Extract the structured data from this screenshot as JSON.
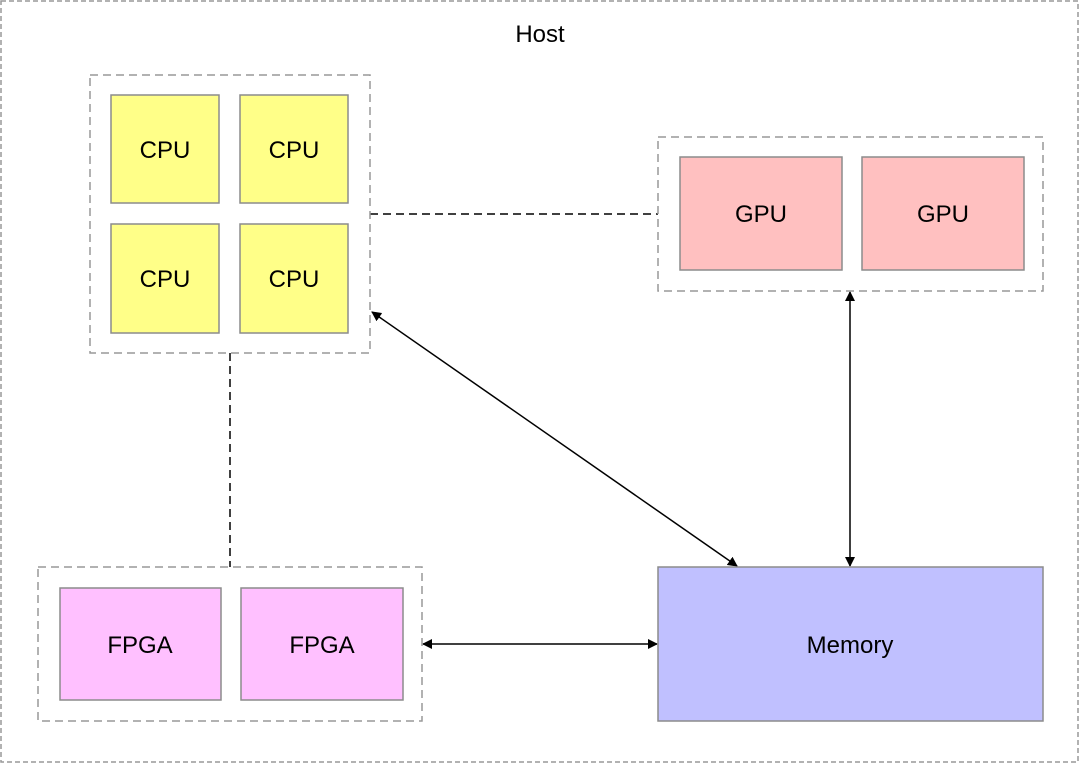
{
  "diagram": {
    "host": {
      "label": "Host"
    },
    "groups": {
      "cpu": {
        "nodes": [
          "CPU",
          "CPU",
          "CPU",
          "CPU"
        ],
        "color": "#ffff88"
      },
      "gpu": {
        "nodes": [
          "GPU",
          "GPU"
        ],
        "color": "#ffc0c0"
      },
      "fpga": {
        "nodes": [
          "FPGA",
          "FPGA"
        ],
        "color": "#ffc0ff"
      }
    },
    "memory": {
      "label": "Memory",
      "color": "#c0c0ff"
    },
    "connections": [
      {
        "from": "cpu-group",
        "to": "gpu-group",
        "style": "dashed",
        "arrows": "none"
      },
      {
        "from": "cpu-group",
        "to": "fpga-group",
        "style": "dashed",
        "arrows": "none"
      },
      {
        "from": "cpu-group",
        "to": "memory",
        "style": "solid",
        "arrows": "both"
      },
      {
        "from": "gpu-group",
        "to": "memory",
        "style": "solid",
        "arrows": "both"
      },
      {
        "from": "fpga-group",
        "to": "memory",
        "style": "solid",
        "arrows": "both"
      }
    ]
  }
}
